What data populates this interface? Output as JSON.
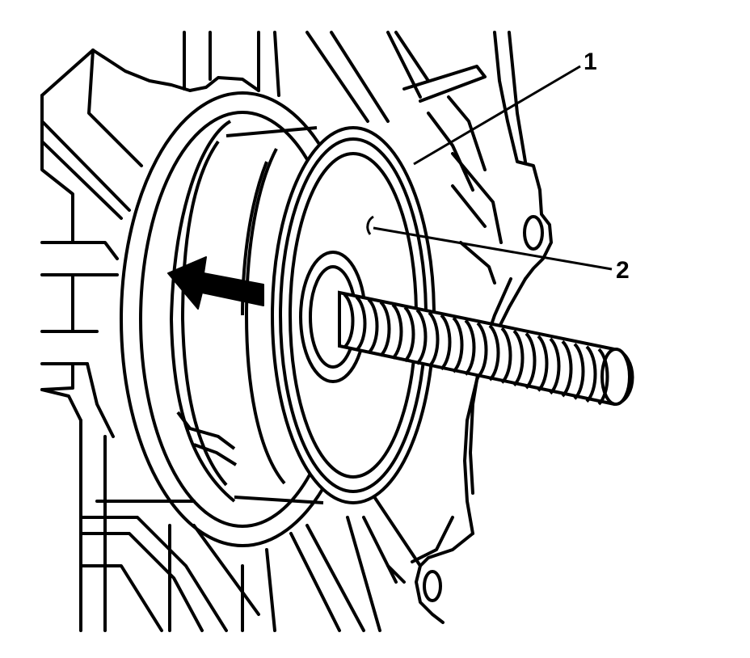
{
  "callouts": [
    {
      "id": "1",
      "label": "1"
    },
    {
      "id": "2",
      "label": "2"
    }
  ],
  "colors": {
    "line": "#000000",
    "background": "#ffffff"
  },
  "icons": {
    "direction": "arrow-left-icon"
  }
}
